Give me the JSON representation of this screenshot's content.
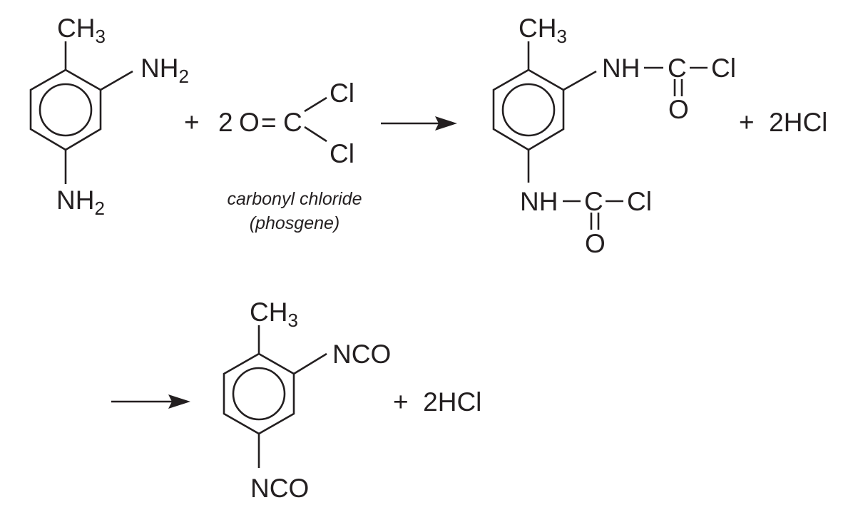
{
  "reactant": {
    "methyl": "CH",
    "methyl_sub": "3",
    "amine_top": "NH",
    "amine_top_sub": "2",
    "amine_bottom": "NH",
    "amine_bottom_sub": "2"
  },
  "reagent": {
    "plus": "+",
    "coefficient": "2",
    "oxygen": "O",
    "double_bond": "=",
    "carbon": "C",
    "chlorine_top": "Cl",
    "chlorine_bottom": "Cl",
    "caption_line1": "carbonyl chloride",
    "caption_line2": "(phosgene)"
  },
  "intermediate": {
    "methyl": "CH",
    "methyl_sub": "3",
    "top_nh": "NH",
    "top_c": "C",
    "top_cl": "Cl",
    "top_o": "O",
    "bottom_nh": "NH",
    "bottom_c": "C",
    "bottom_cl": "Cl",
    "bottom_o": "O",
    "byproduct": "+  2HCl"
  },
  "product": {
    "methyl": "CH",
    "methyl_sub": "3",
    "isocyanate_top": "NCO",
    "isocyanate_bottom": "NCO",
    "byproduct": "+  2HCl"
  }
}
